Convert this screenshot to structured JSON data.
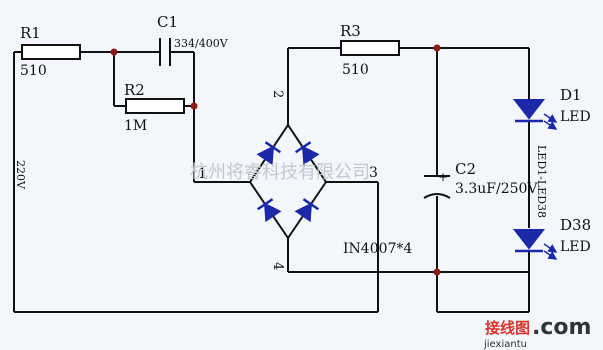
{
  "labels": {
    "r1_name": "R1",
    "r1_value": "510",
    "c1_name": "C1",
    "c1_value": "334/400V",
    "r2_name": "R2",
    "r2_value": "1M",
    "r3_name": "R3",
    "r3_value": "510",
    "source_voltage": "220V",
    "pin_1": "1",
    "pin_2": "2",
    "pin_3": "3",
    "pin_4": "4",
    "bridge_part": "IN4007*4",
    "c2_name": "C2",
    "c2_value": "3.3uF/250V",
    "c2_polarity": "+",
    "d1_name": "D1",
    "d1_type": "LED",
    "d38_name": "D38",
    "d38_type": "LED",
    "led_string": "LED1-LED38"
  },
  "watermark": {
    "company": "杭州将睿科技有限公司",
    "site_cn": "接线图",
    "site_domain": ".com",
    "site_url": "jiexiantu"
  },
  "colors": {
    "background": "#f3f7fc",
    "wire": "#111111",
    "diode": "#1b29a8",
    "node": "#8e1a1a",
    "watermark": "#c2c8cf",
    "logo_red": "#d9342b",
    "logo_dark": "#333333"
  }
}
